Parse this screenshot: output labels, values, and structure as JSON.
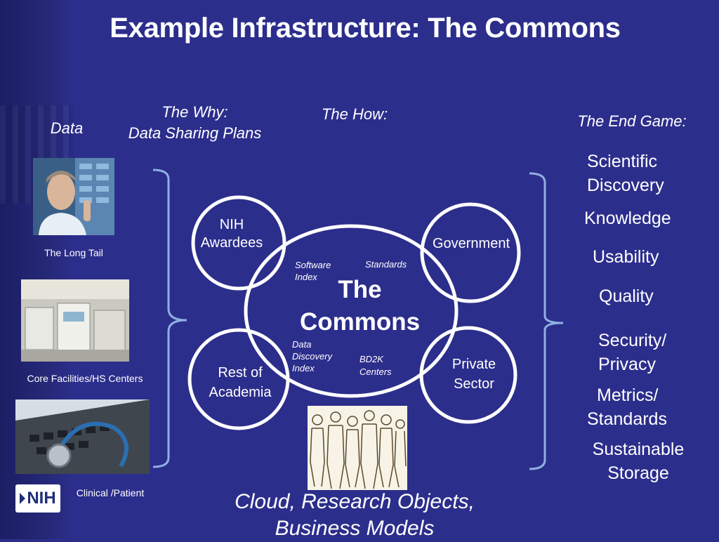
{
  "title": "Example Infrastructure: The Commons",
  "headers": {
    "data": "Data",
    "why_line1": "The Why:",
    "why_line2": "Data Sharing Plans",
    "how": "The How:",
    "end_game": "The End Game:"
  },
  "left_images": [
    {
      "caption": "The Long Tail",
      "icon": "scientist-touchscreen-photo"
    },
    {
      "caption": "Core Facilities/HS Centers",
      "icon": "laboratory-photo"
    },
    {
      "caption": "Clinical /Patient",
      "icon": "stethoscope-laptop-photo"
    }
  ],
  "circles": {
    "nih_awardees": [
      "NIH",
      "Awardees"
    ],
    "government": "Government",
    "rest_of_academia": [
      "Rest of",
      "Academia"
    ],
    "private_sector": [
      "Private",
      "Sector"
    ]
  },
  "commons": {
    "label_line1": "The",
    "label_line2": "Commons",
    "software_index": [
      "Software",
      "Index"
    ],
    "standards": "Standards",
    "data_discovery_index": [
      "Data",
      "Discovery",
      "Index"
    ],
    "bd2k_centers": [
      "BD2K",
      "Centers"
    ]
  },
  "end_game_items": [
    [
      "Scientific",
      "Discovery"
    ],
    [
      "Knowledge"
    ],
    [
      "Usability"
    ],
    [
      "Quality"
    ],
    [
      "Security/",
      "Privacy"
    ],
    [
      "Metrics/",
      "Standards"
    ],
    [
      "Sustainable",
      "Storage"
    ]
  ],
  "footer": [
    "Cloud, Research Objects,",
    "Business Models"
  ],
  "logo_text": "NIH",
  "colors": {
    "background": "#2c2e8c",
    "line": "#ffffff",
    "bracket": "#8fb0e0"
  }
}
